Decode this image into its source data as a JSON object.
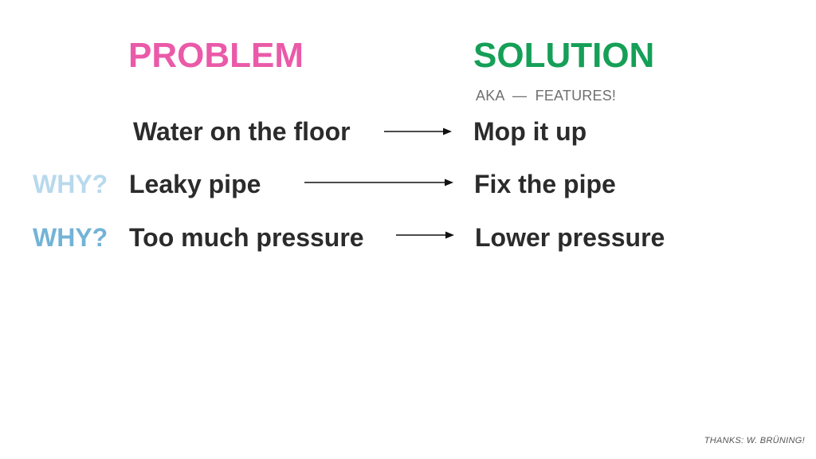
{
  "headings": {
    "problem": "PROBLEM",
    "solution": "SOLUTION",
    "aka": "AKA  —  FEATURES!"
  },
  "rows": [
    {
      "why": "",
      "problem": "Water on the floor",
      "solution": "Mop it up"
    },
    {
      "why": "WHY?",
      "problem": "Leaky pipe",
      "solution": "Fix the pipe"
    },
    {
      "why": "WHY?",
      "problem": "Too much pressure",
      "solution": "Lower pressure"
    }
  ],
  "credit": "THANKS: W. BRÜNING!",
  "colors": {
    "problem": "#ea5aa9",
    "solution": "#159f57",
    "why_light": "#b8d9ec",
    "why_dark": "#73b3d6",
    "text": "#2b2b2b",
    "arrow": "#111111"
  }
}
